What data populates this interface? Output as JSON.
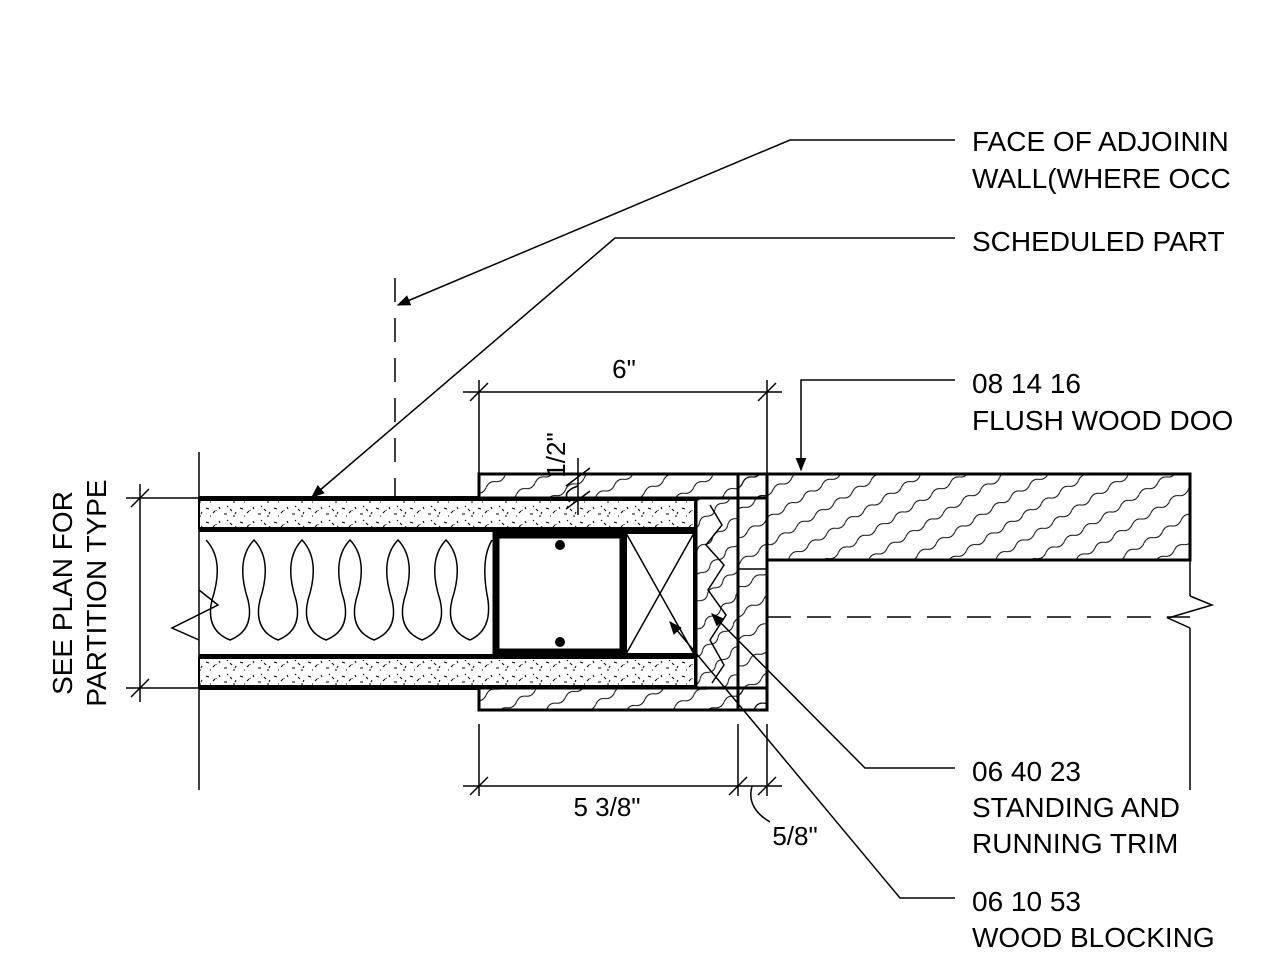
{
  "notes": {
    "face_of_adjoining_wall": [
      "FACE OF ADJOININ",
      "WALL(WHERE OCC"
    ],
    "scheduled_partition": [
      "SCHEDULED PART"
    ],
    "flush_wood_door": [
      "08 14 16",
      "FLUSH WOOD DOO"
    ],
    "standing_running_trim": [
      "06 40 23",
      "STANDING AND",
      "RUNNING TRIM"
    ],
    "wood_blocking": [
      "06 10 53",
      "WOOD BLOCKING"
    ],
    "partition_type": [
      "SEE PLAN FOR",
      "PARTITION TYPE"
    ]
  },
  "dimensions": {
    "six_inch": "6\"",
    "half_inch": "1/2\"",
    "five_three_eighths": "5 3/8\"",
    "five_eighths": "5/8\""
  }
}
